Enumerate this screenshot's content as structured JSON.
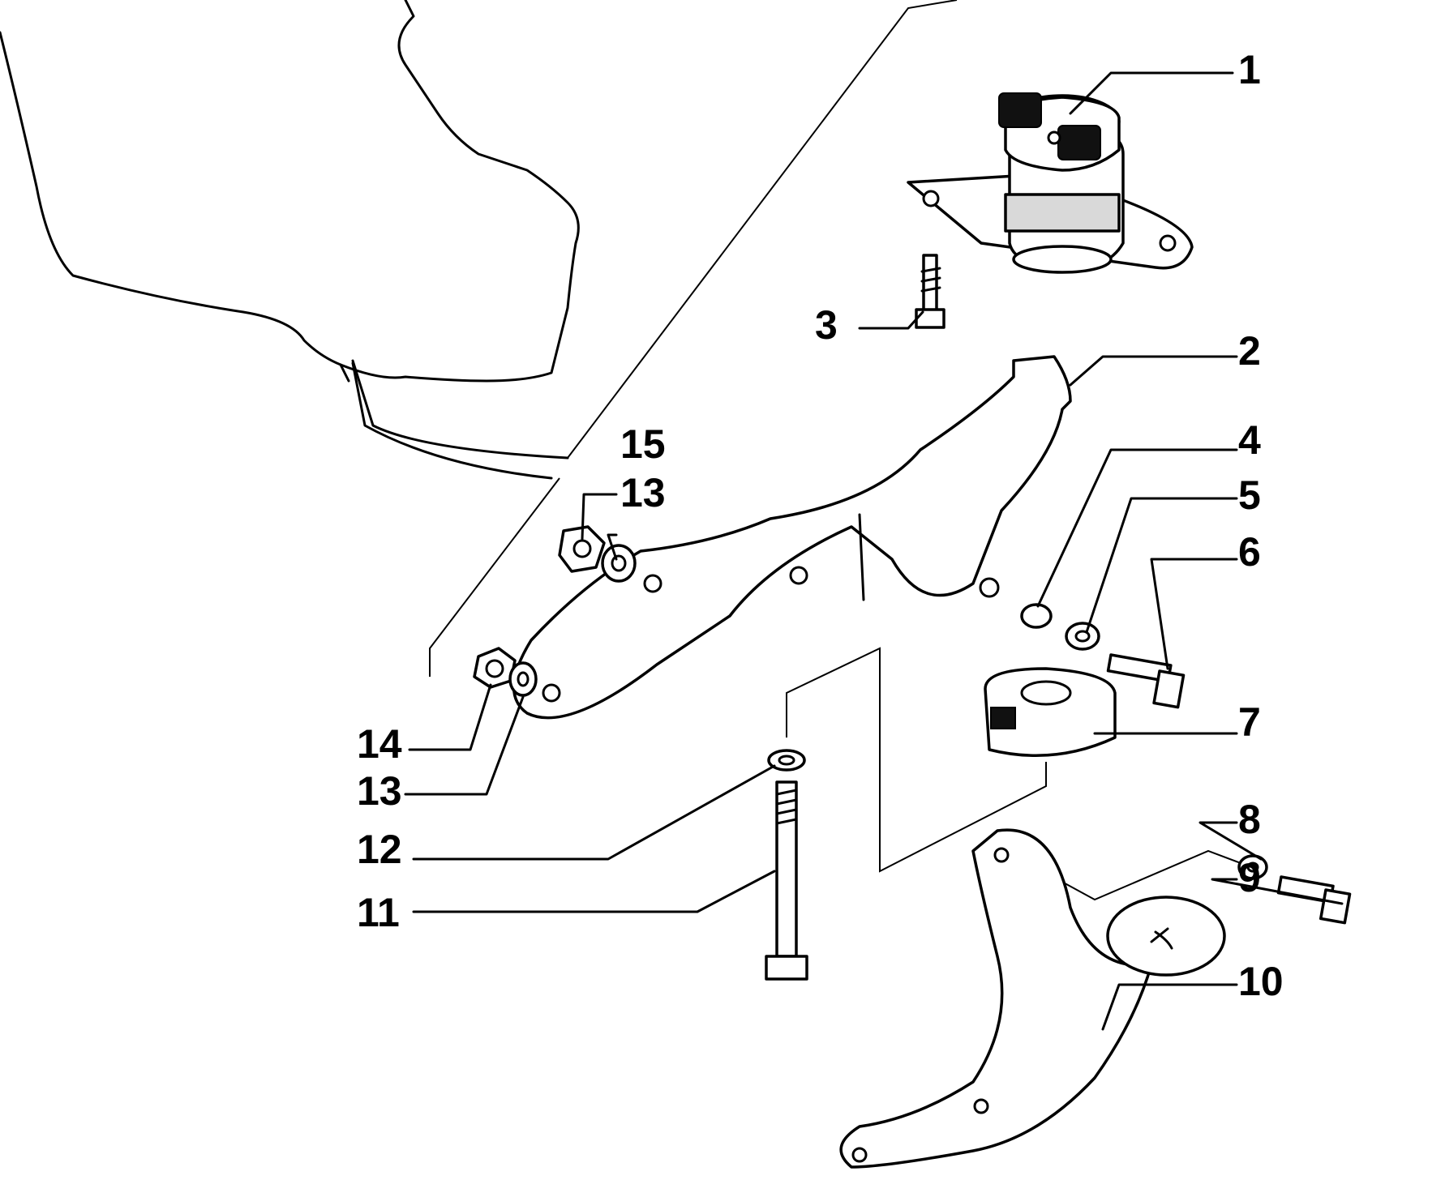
{
  "callouts": [
    "1",
    "2",
    "3",
    "4",
    "5",
    "6",
    "7",
    "8",
    "9",
    "10",
    "11",
    "12",
    "13",
    "13",
    "14",
    "15"
  ]
}
